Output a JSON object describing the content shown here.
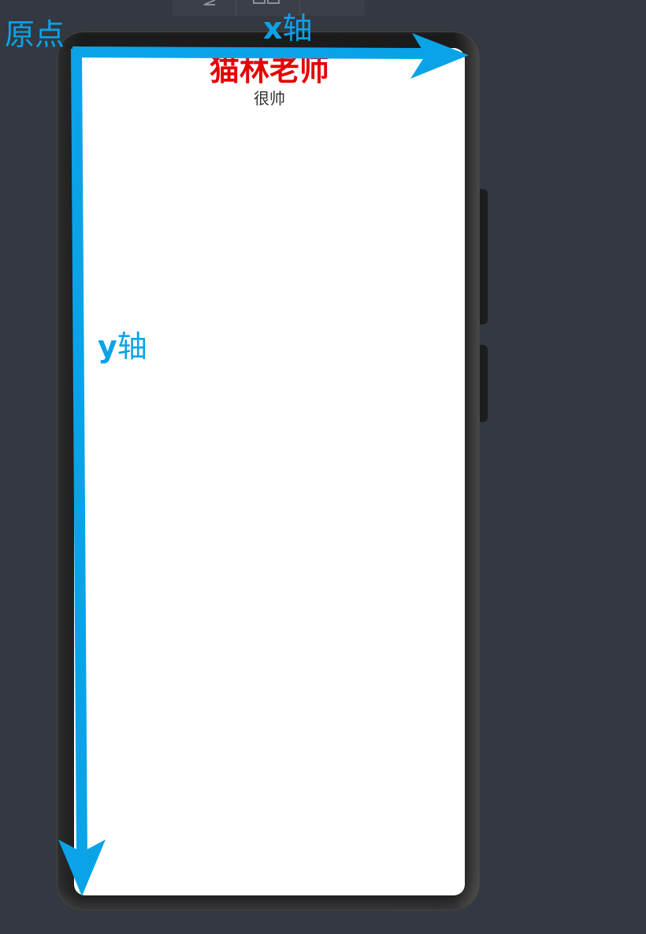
{
  "toolbar": {
    "icons": [
      "back-triangle-icon",
      "multi-window-icon",
      "blank-icon"
    ]
  },
  "app": {
    "title": "猫林老师",
    "subtitle": "很帅",
    "title_color": "#e30000"
  },
  "annotations": {
    "origin": "原点",
    "x_axis_letter": "x",
    "x_axis_suffix": "轴",
    "y_axis_letter": "y",
    "y_axis_suffix": "轴",
    "color": "#0aa3e8"
  }
}
